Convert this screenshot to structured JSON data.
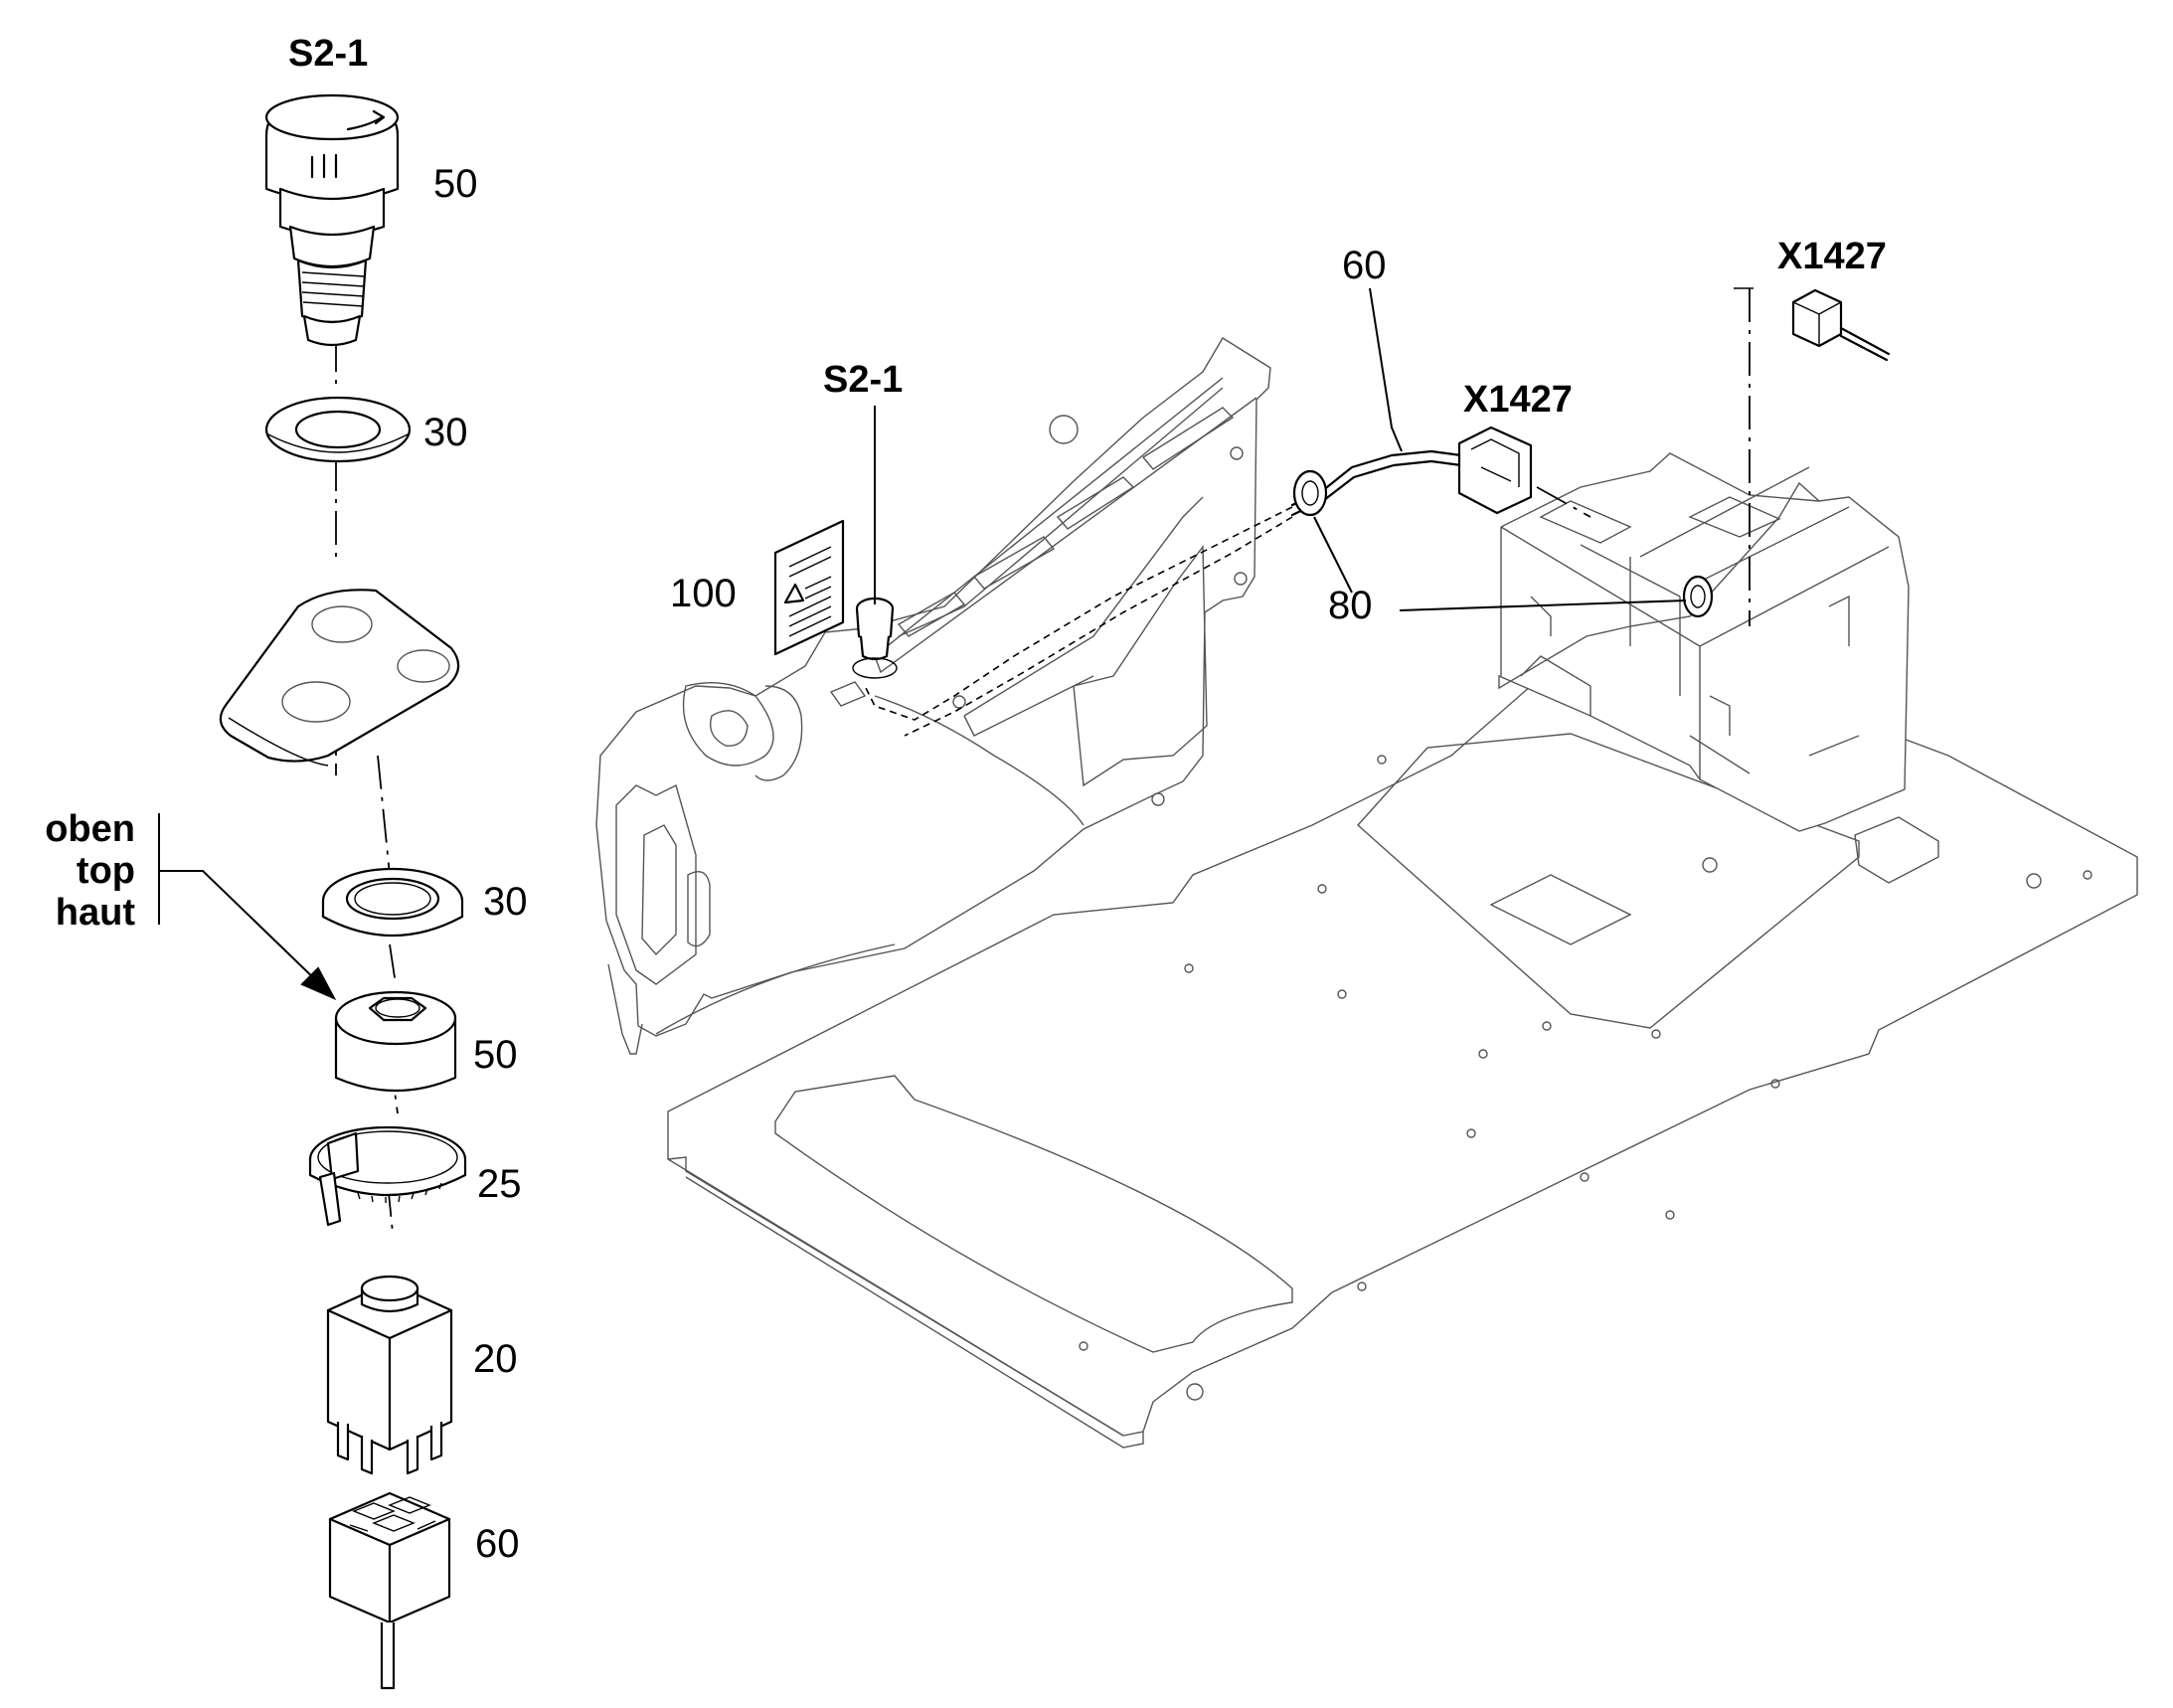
{
  "labels": {
    "s21_top": "S2-1",
    "part_50_top": "50",
    "part_30_top": "30",
    "orientation_1": "oben",
    "orientation_2": "top",
    "orientation_3": "haut",
    "part_30_mid": "30",
    "part_50_mid": "50",
    "part_25": "25",
    "part_20": "20",
    "part_60_left": "60",
    "part_100": "100",
    "s21_main": "S2-1",
    "part_60_cable": "60",
    "x1427_cable": "X1427",
    "x1427_right": "X1427",
    "part_80": "80"
  }
}
